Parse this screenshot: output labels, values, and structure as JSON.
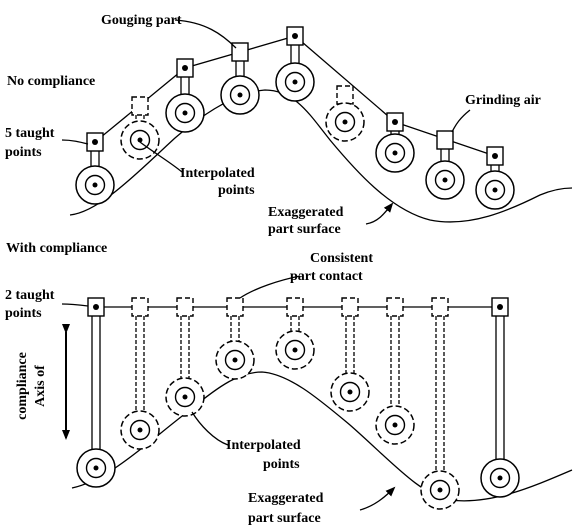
{
  "top_panel": {
    "labels": {
      "gouging": "Gouging part",
      "no_compliance": "No compliance",
      "grinding_air": "Grinding air",
      "taught_line1": "5 taught",
      "taught_line2": "points",
      "interp_line1": "Interpolated",
      "interp_line2": "points",
      "surface_line1": "Exaggerated",
      "surface_line2": "part surface"
    }
  },
  "bottom_panel": {
    "labels": {
      "with_compliance": "With compliance",
      "consistent_line1": "Consistent",
      "consistent_line2": "part contact",
      "taught_line1": "2 taught",
      "taught_line2": "points",
      "axis_line1": "Axis of",
      "axis_line2": "compliance",
      "interp_line1": "Interpolated",
      "interp_line2": "points",
      "surface_line1": "Exaggerated",
      "surface_line2": "part surface"
    }
  }
}
